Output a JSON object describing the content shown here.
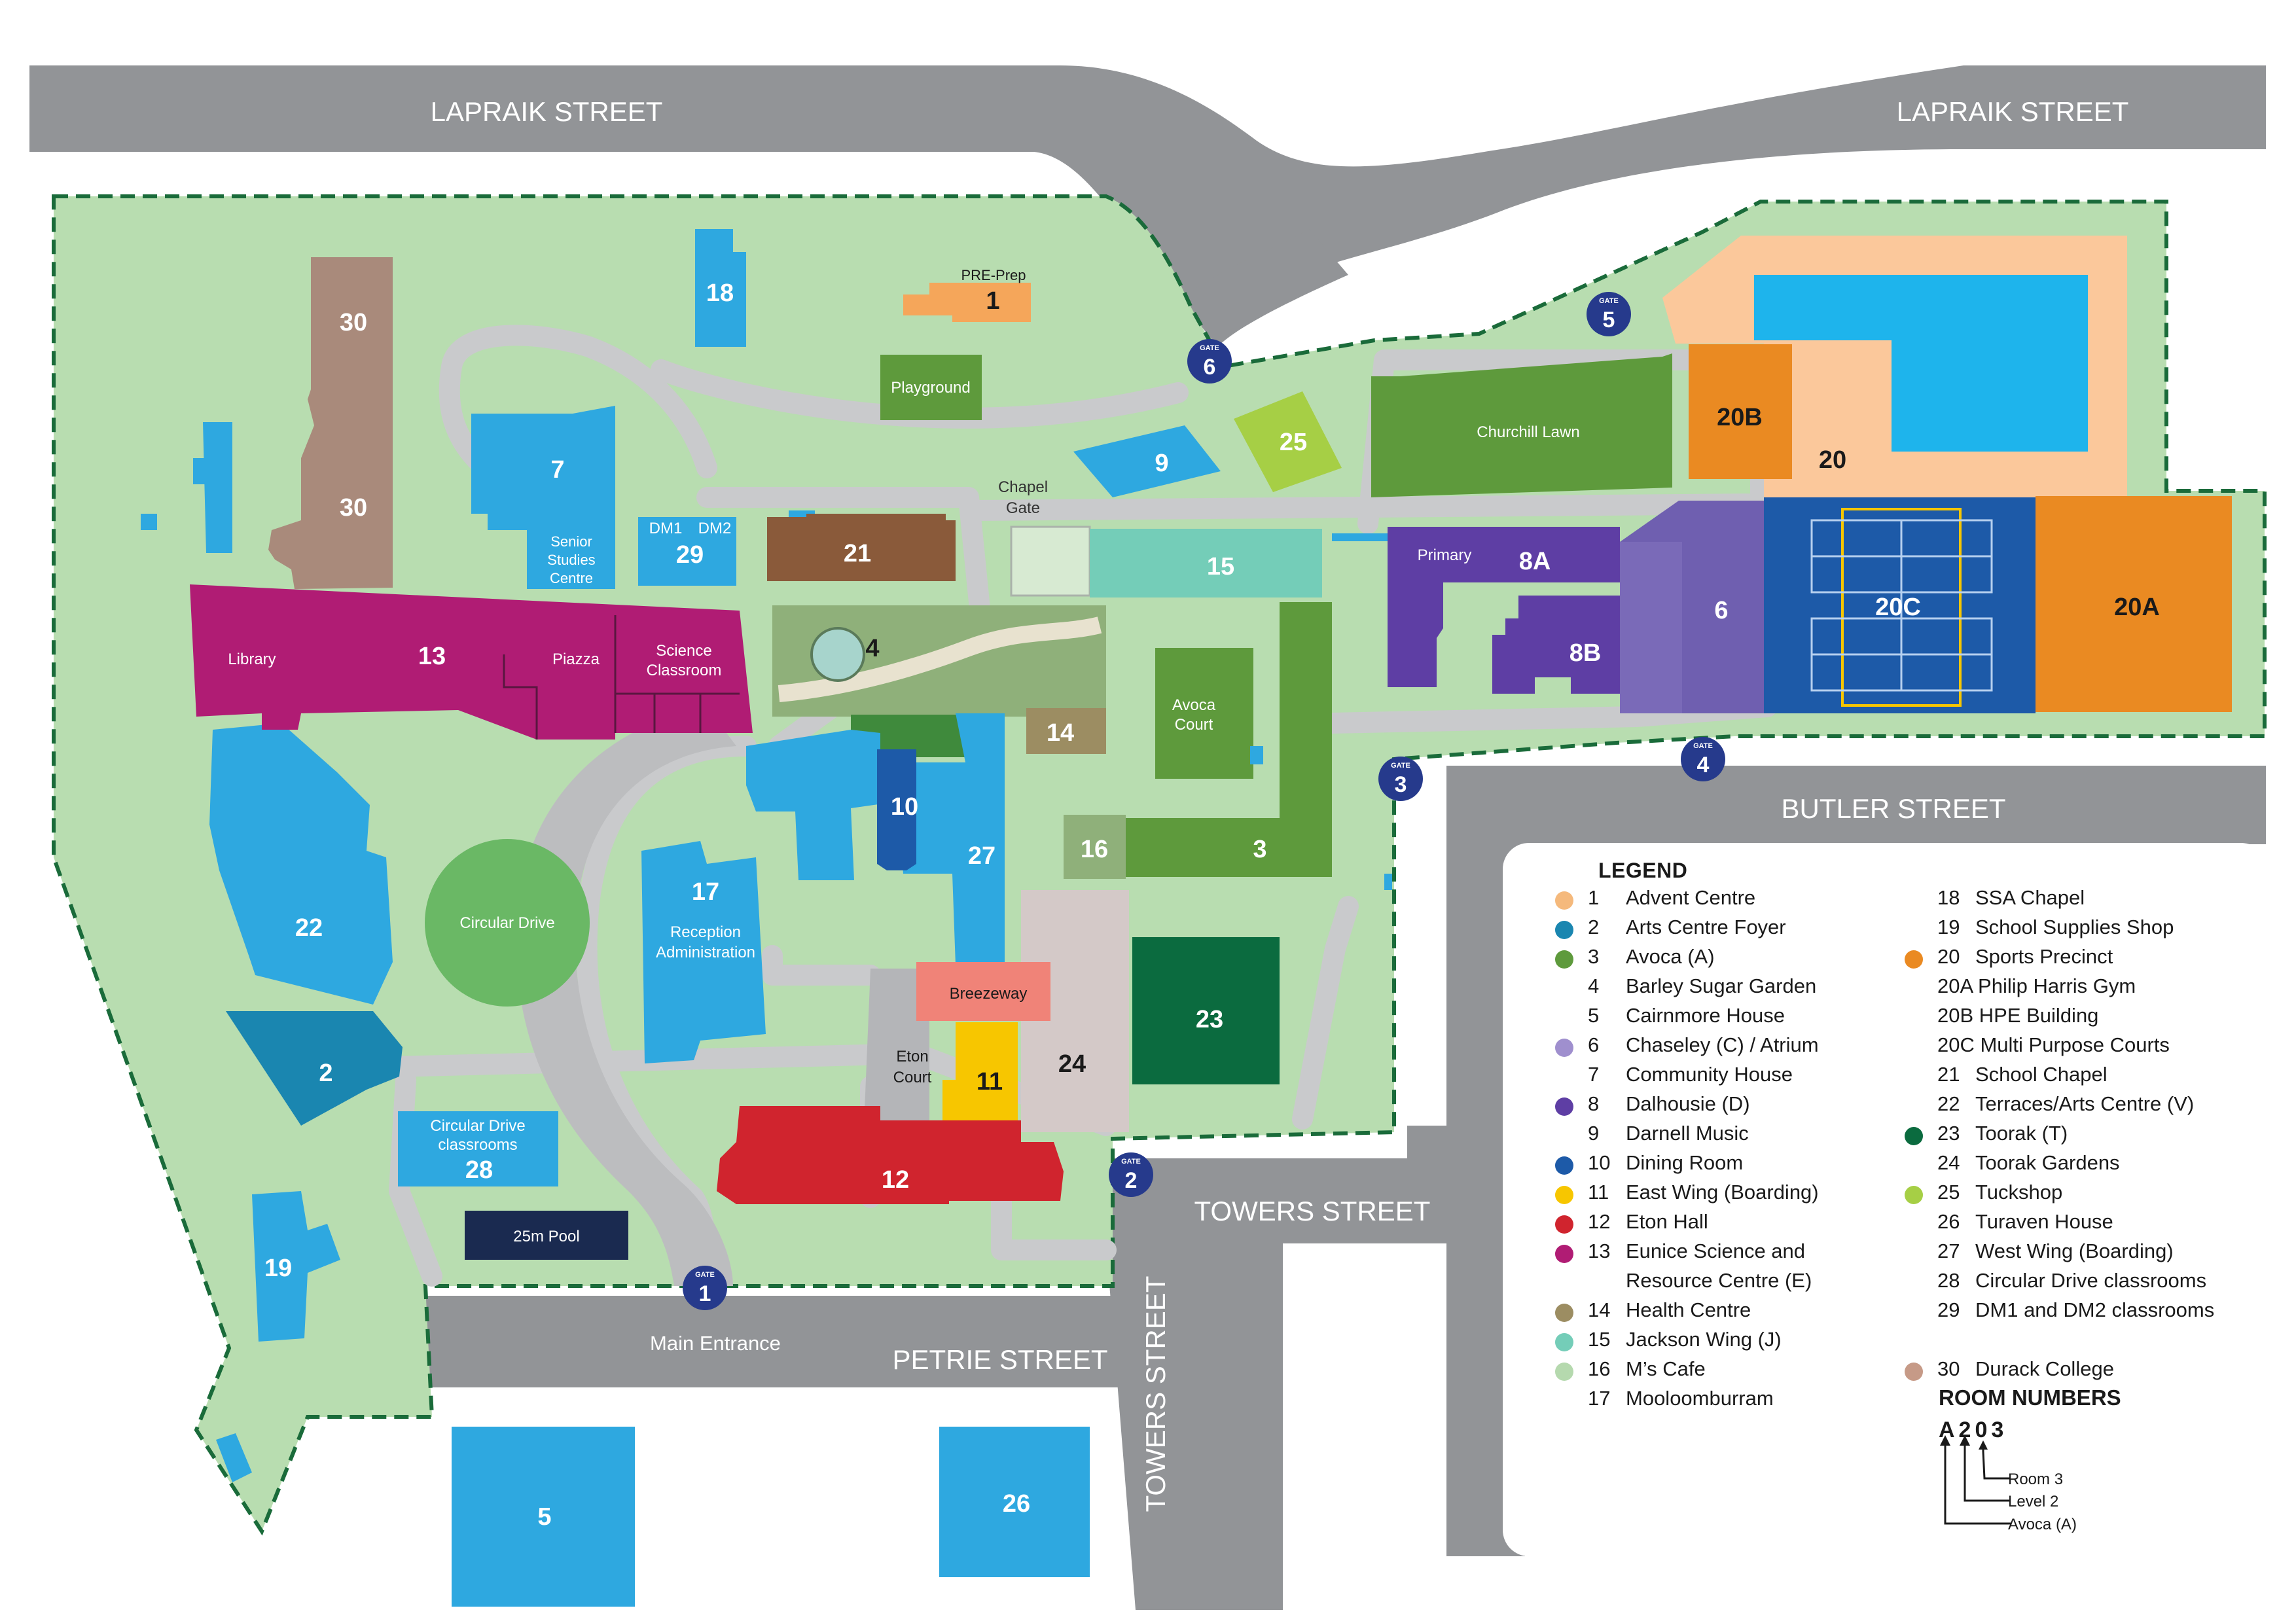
{
  "streets": {
    "lapraik_left": "LAPRAIK STREET",
    "lapraik_right": "LAPRAIK STREET",
    "butler": "BUTLER STREET",
    "towers_h": "TOWERS STREET",
    "towers_v": "TOWERS STREET",
    "petrie": "PETRIE STREET",
    "main_entrance": "Main Entrance"
  },
  "gates": {
    "word": "GATE",
    "g1": "1",
    "g2": "2",
    "g3": "3",
    "g4": "4",
    "g5": "5",
    "g6": "6"
  },
  "buildings": {
    "b1_name": "PRE-Prep",
    "b1_num": "1",
    "b2": "2",
    "b3": "3",
    "b4": "4",
    "b5": "5",
    "b6": "6",
    "b7": "7",
    "b8a_name": "Primary",
    "b8a": "8A",
    "b8b": "8B",
    "b9": "9",
    "b10": "10",
    "b11": "11",
    "b12": "12",
    "b13": "13",
    "b14": "14",
    "b15": "15",
    "b16": "16",
    "b17": "17",
    "b17_name_1": "Reception",
    "b17_name_2": "Administration",
    "b18": "18",
    "b19": "19",
    "b20": "20",
    "b20a": "20A",
    "b20b": "20B",
    "b20c": "20C",
    "b21": "21",
    "b22": "22",
    "b23": "23",
    "b24": "24",
    "b25": "25",
    "b26": "26",
    "b27": "27",
    "b28": "28",
    "b28_name_1": "Circular Drive",
    "b28_name_2": "classrooms",
    "b29": "29",
    "dm1": "DM1",
    "dm2": "DM2",
    "b30a": "30",
    "b30b": "30",
    "library": "Library",
    "piazza": "Piazza",
    "science_1": "Science",
    "science_2": "Classroom",
    "senior_1": "Senior",
    "senior_2": "Studies",
    "senior_3": "Centre",
    "playground": "Playground",
    "churchill": "Churchill Lawn",
    "chapel_gate_1": "Chapel",
    "chapel_gate_2": "Gate",
    "avoca_court_1": "Avoca",
    "avoca_court_2": "Court",
    "circular_drive": "Circular Drive",
    "breezeway": "Breezeway",
    "eton_court_1": "Eton",
    "eton_court_2": "Court",
    "pool": "25m Pool"
  },
  "legend": {
    "title": "LEGEND",
    "left": [
      {
        "num": "1",
        "text": "Advent Centre",
        "color": "#f5b97c"
      },
      {
        "num": "2",
        "text": "Arts Centre Foyer",
        "color": "#1a86b0"
      },
      {
        "num": "3",
        "text": "Avoca (A)",
        "color": "#5e9a3c"
      },
      {
        "num": "4",
        "text": "Barley Sugar Garden",
        "color": ""
      },
      {
        "num": "5",
        "text": "Cairnmore House",
        "color": ""
      },
      {
        "num": "6",
        "text": "Chaseley (C) / Atrium",
        "color": "#9f8fce"
      },
      {
        "num": "7",
        "text": "Community House",
        "color": ""
      },
      {
        "num": "8",
        "text": "Dalhousie (D)",
        "color": "#5e3ea4"
      },
      {
        "num": "9",
        "text": "Darnell Music",
        "color": ""
      },
      {
        "num": "10",
        "text": "Dining Room",
        "color": "#1d5aa8"
      },
      {
        "num": "11",
        "text": "East Wing (Boarding)",
        "color": "#f7c600"
      },
      {
        "num": "12",
        "text": "Eton Hall",
        "color": "#d0242e"
      },
      {
        "num": "13",
        "text": "Eunice Science and",
        "color": "#b01c74"
      },
      {
        "num": "",
        "text": "Resource Centre (E)",
        "color": ""
      },
      {
        "num": "14",
        "text": "Health Centre",
        "color": "#9c8d62"
      },
      {
        "num": "15",
        "text": "Jackson Wing (J)",
        "color": "#74cdb8"
      },
      {
        "num": "16",
        "text": "M’s Cafe",
        "color": "#b5d9ae"
      },
      {
        "num": "17",
        "text": "Mooloomburram",
        "color": ""
      }
    ],
    "right": [
      {
        "num": "18",
        "text": "SSA Chapel",
        "color": ""
      },
      {
        "num": "19",
        "text": "School Supplies Shop",
        "color": ""
      },
      {
        "num": "20",
        "text": "Sports Precinct",
        "color": "#ea8a22"
      },
      {
        "num": "",
        "text": "20A Philip Harris Gym",
        "color": ""
      },
      {
        "num": "",
        "text": "20B HPE Building",
        "color": ""
      },
      {
        "num": "",
        "text": "20C Multi Purpose Courts",
        "color": ""
      },
      {
        "num": "21",
        "text": "School Chapel",
        "color": ""
      },
      {
        "num": "22",
        "text": "Terraces/Arts Centre (V)",
        "color": ""
      },
      {
        "num": "23",
        "text": "Toorak (T)",
        "color": "#0b6b3f"
      },
      {
        "num": "24",
        "text": "Toorak Gardens",
        "color": ""
      },
      {
        "num": "25",
        "text": "Tuckshop",
        "color": "#a6cf45"
      },
      {
        "num": "26",
        "text": "Turaven House",
        "color": ""
      },
      {
        "num": "27",
        "text": "West Wing (Boarding)",
        "color": ""
      },
      {
        "num": "28",
        "text": "Circular Drive classrooms",
        "color": ""
      },
      {
        "num": "29",
        "text": "DM1 and DM2 classrooms",
        "color": ""
      },
      {
        "num": "",
        "text": "",
        "color": ""
      },
      {
        "num": "30",
        "text": "Durack College",
        "color": "#c69a87"
      }
    ],
    "room_numbers_title": "ROOM NUMBERS",
    "room_code": "A203",
    "room_key": {
      "room": "Room 3",
      "level": "Level 2",
      "building": "Avoca (A)"
    }
  },
  "colors": {
    "street": "#929497",
    "grass": "#b8ddb0",
    "path": "#c9cacc",
    "blue": "#2ea8e0",
    "border": "#1a6b3a",
    "gate": "#263a8c"
  }
}
